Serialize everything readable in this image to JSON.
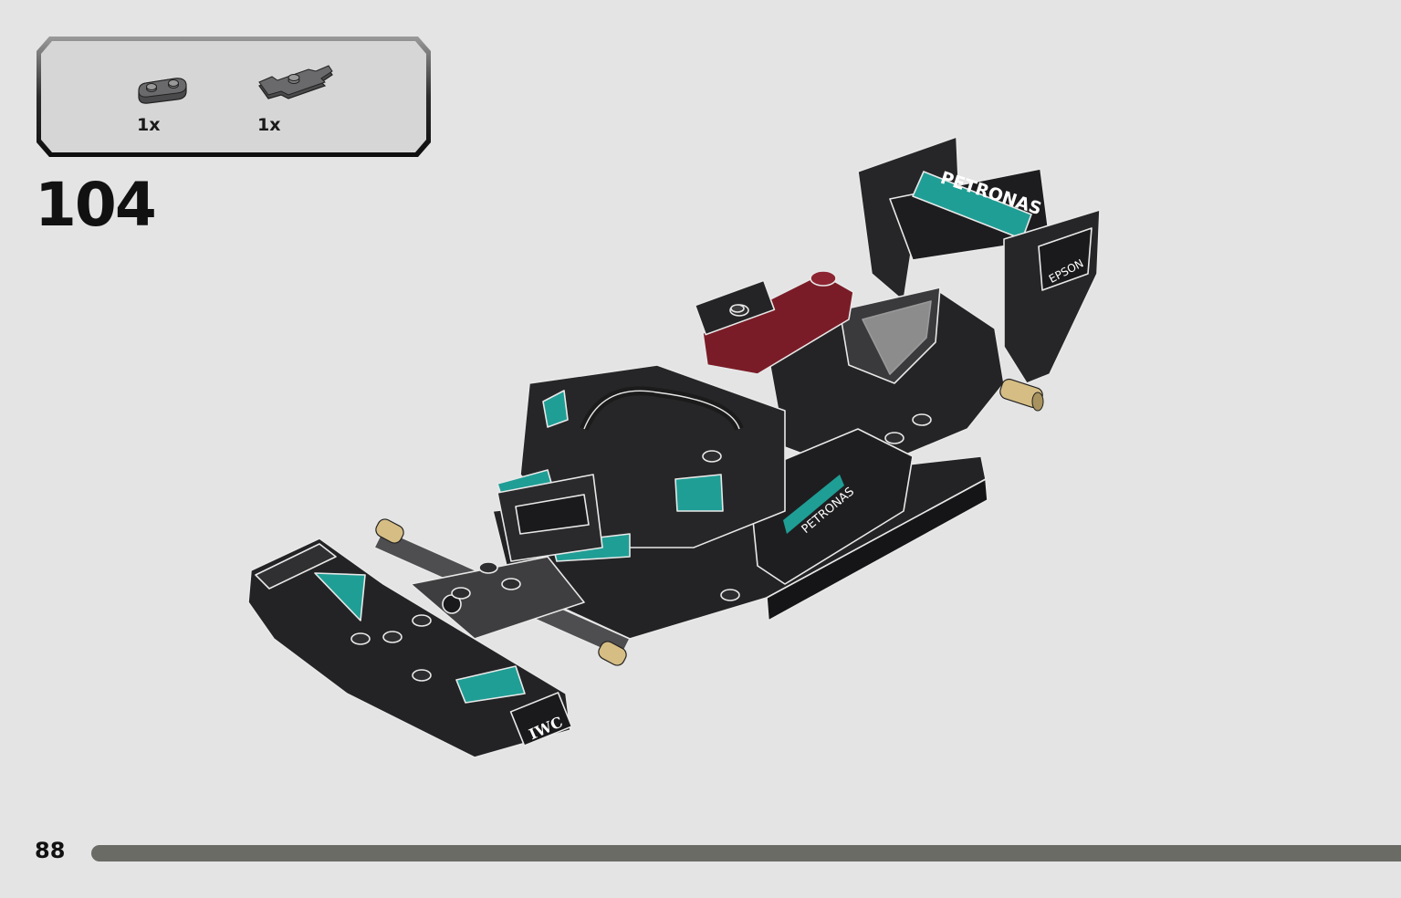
{
  "parts_callout": {
    "items": [
      {
        "name": "dark-gray-plate-1x2-rounded",
        "quantity": "1x"
      },
      {
        "name": "dark-gray-plate-1x2-with-bar-ends",
        "quantity": "1x"
      }
    ]
  },
  "step": {
    "number": "104"
  },
  "model_decals": {
    "wing": "PETRONAS",
    "endplate": "EPSON",
    "sidepod": "PETRONAS",
    "front_wing": "IWC"
  },
  "page": {
    "number": "88"
  },
  "progress": {
    "fraction": 0.91
  },
  "colors": {
    "background": "#e4e4e4",
    "callout_fill": "#d6d6d6",
    "black": "#1d1d1f",
    "teal": "#1f9e95",
    "dark_red": "#7a1c27",
    "tan": "#d6bd84",
    "gray": "#5e5e60",
    "progress": "#6b6b66"
  }
}
